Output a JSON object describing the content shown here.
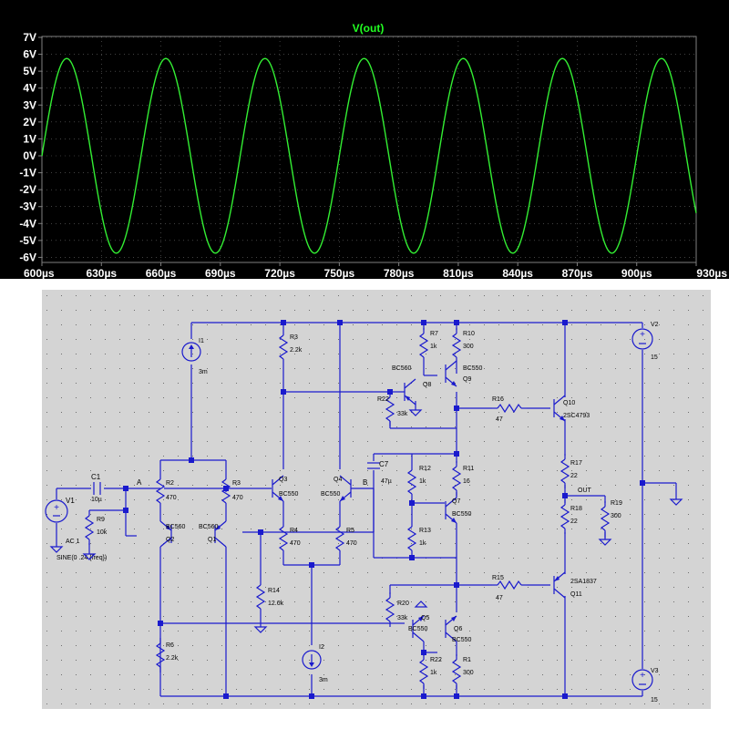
{
  "plot": {
    "trace_name": "V(out)",
    "colors": {
      "background": "#000000",
      "trace": "#33ee33",
      "title": "#22ff22",
      "axis": "#808080",
      "grid": "#6a6a6a",
      "tick_text": "#ffffff"
    },
    "y_ticks": [
      "7V",
      "6V",
      "5V",
      "4V",
      "3V",
      "2V",
      "1V",
      "0V",
      "-1V",
      "-2V",
      "-3V",
      "-4V",
      "-5V",
      "-6V"
    ],
    "x_ticks": [
      "600µs",
      "630µs",
      "660µs",
      "690µs",
      "720µs",
      "750µs",
      "780µs",
      "810µs",
      "840µs",
      "870µs",
      "900µs",
      "930µs"
    ]
  },
  "chart_data": {
    "type": "line",
    "title": "V(out)",
    "xlabel": "",
    "ylabel": "",
    "x_unit": "µs",
    "y_unit": "V",
    "xlim": [
      600,
      930
    ],
    "ylim": [
      -6.4,
      7
    ],
    "grid": true,
    "series": [
      {
        "name": "V(out)",
        "color": "#33ee33",
        "waveform": "sine",
        "amplitude": 5.75,
        "offset": 0,
        "period_us": 50,
        "phase_zero_us": 600
      }
    ]
  },
  "schematic": {
    "colors": {
      "background": "#d4d4d4",
      "wire": "#1a1acd",
      "grid_dot": "#6e6e6e",
      "label": "#000000"
    },
    "labels": {
      "I1": "I1",
      "I1_val": "3m",
      "I2": "I2",
      "I2_val": "3m",
      "R3": "R3",
      "R3_val": "2.2k",
      "R7": "R7",
      "R7_val": "1k",
      "R10": "R10",
      "R10_val": "300",
      "Q9": "Q9",
      "Q9_model": "BC550",
      "Q8": "Q8",
      "Q8_model": "BC560",
      "R22top": "R22",
      "R22top_val": "33k",
      "R16": "R16",
      "R16_val": "47",
      "Q10": "Q10",
      "Q10_model": "2SC4793",
      "V2": "V2",
      "V2_val": "15",
      "C1": "C1",
      "C1_val": "10µ",
      "A": "A",
      "R2": "R2",
      "R2_val": "470",
      "Rsecond": "R3",
      "Rsecond_val": "470",
      "Q3": "Q3",
      "Q3_model": "BC550",
      "Q4": "Q4",
      "Q4_model": "BC550",
      "B": "B",
      "C7": "C7",
      "C7_val": "47µ",
      "R12": "R12",
      "R12_val": "1k",
      "R11": "R11",
      "R11_val": "16",
      "R17": "R17",
      "R17_val": "22",
      "OUT": "OUT",
      "V1": "V1",
      "V1_ac": "AC 1",
      "V1_sine": "SINE(0 .24 {freq})",
      "R9": "R9",
      "R9_val": "10k",
      "Q2": "Q2",
      "Q2_model": "BC560",
      "Q1": "Q1",
      "Q1_model": "BC560",
      "R4": "R4",
      "R4_val": "470",
      "R5": "R5",
      "R5_val": "470",
      "Q7": "Q7",
      "Q7_model": "BC550",
      "R13": "R13",
      "R13_val": "1k",
      "R18": "R18",
      "R18_val": "22",
      "R19": "R19",
      "R19_val": "300",
      "R14": "R14",
      "R14_val": "12.6k",
      "R15": "R15",
      "R15_val": "47",
      "Q11": "Q11",
      "Q11_model": "2SA1837",
      "R20": "R20",
      "R20_val": "33k",
      "Q5": "Q5",
      "Q5_model": "BC550",
      "Q6": "Q6",
      "Q6_model": "BC550",
      "R6": "R6",
      "R6_val": "2.2k",
      "R22bot": "R22",
      "R22bot_val": "1k",
      "R1": "R1",
      "R1_val": "300",
      "V3": "V3",
      "V3_val": "15"
    }
  }
}
